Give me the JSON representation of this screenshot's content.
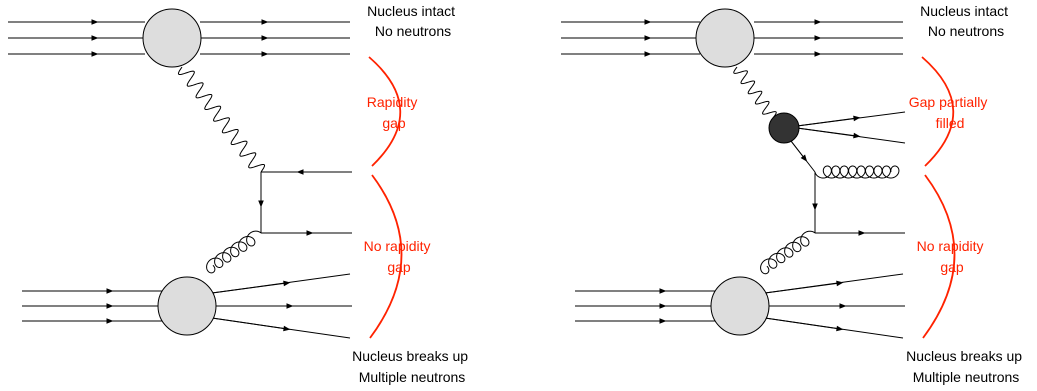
{
  "colors": {
    "line": "#000000",
    "blob_light": "#dddddd",
    "blob_dark": "#333333",
    "annotation": "#ff2200"
  },
  "diagrams": [
    {
      "id": "left",
      "top_label": [
        "Nucleus intact",
        "No neutrons"
      ],
      "gap_label": [
        "Rapidity",
        "gap"
      ],
      "lower_label": [
        "No rapidity",
        "gap"
      ],
      "bottom_label": [
        "Nucleus breaks up",
        "Multiple neutrons"
      ]
    },
    {
      "id": "right",
      "top_label": [
        "Nucleus intact",
        "No neutrons"
      ],
      "gap_label": [
        "Gap partially",
        "filled"
      ],
      "lower_label": [
        "No rapidity",
        "gap"
      ],
      "bottom_label": [
        "Nucleus breaks up",
        "Multiple neutrons"
      ]
    }
  ]
}
